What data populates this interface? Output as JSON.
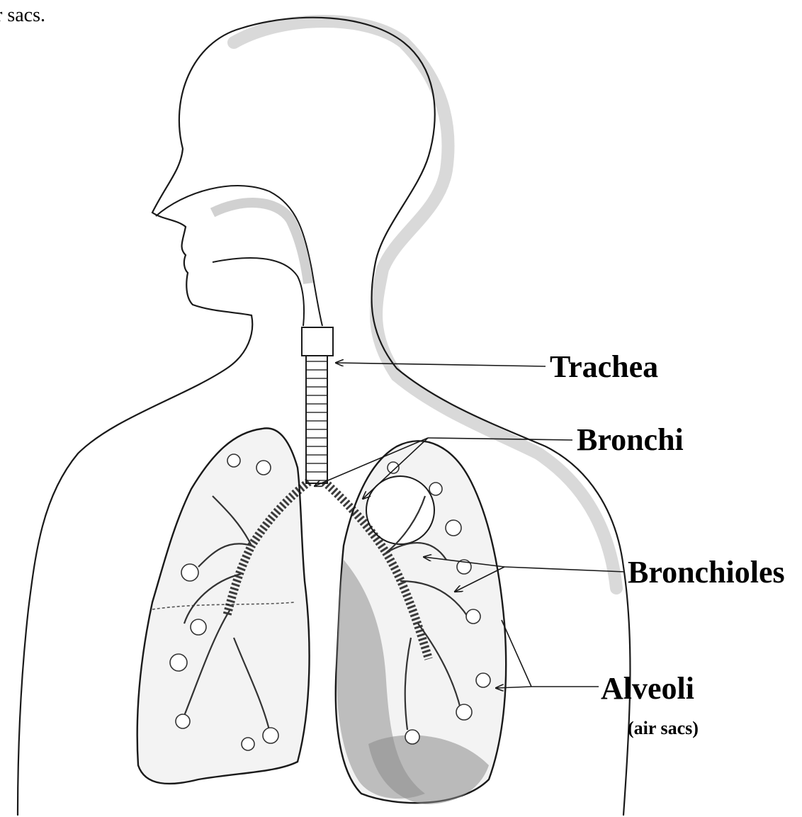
{
  "caption_fragment": "r sacs.",
  "labels": {
    "trachea": "Trachea",
    "bronchi": "Bronchi",
    "bronchioles": "Bronchioles",
    "alveoli": "Alveoli",
    "alveoli_note": "(air sacs)"
  },
  "colors": {
    "line": "#1a1a1a",
    "shadow": "#c9c9c9",
    "lung_fill": "#f3f3f3",
    "lung_dark": "#9a9a9a"
  }
}
